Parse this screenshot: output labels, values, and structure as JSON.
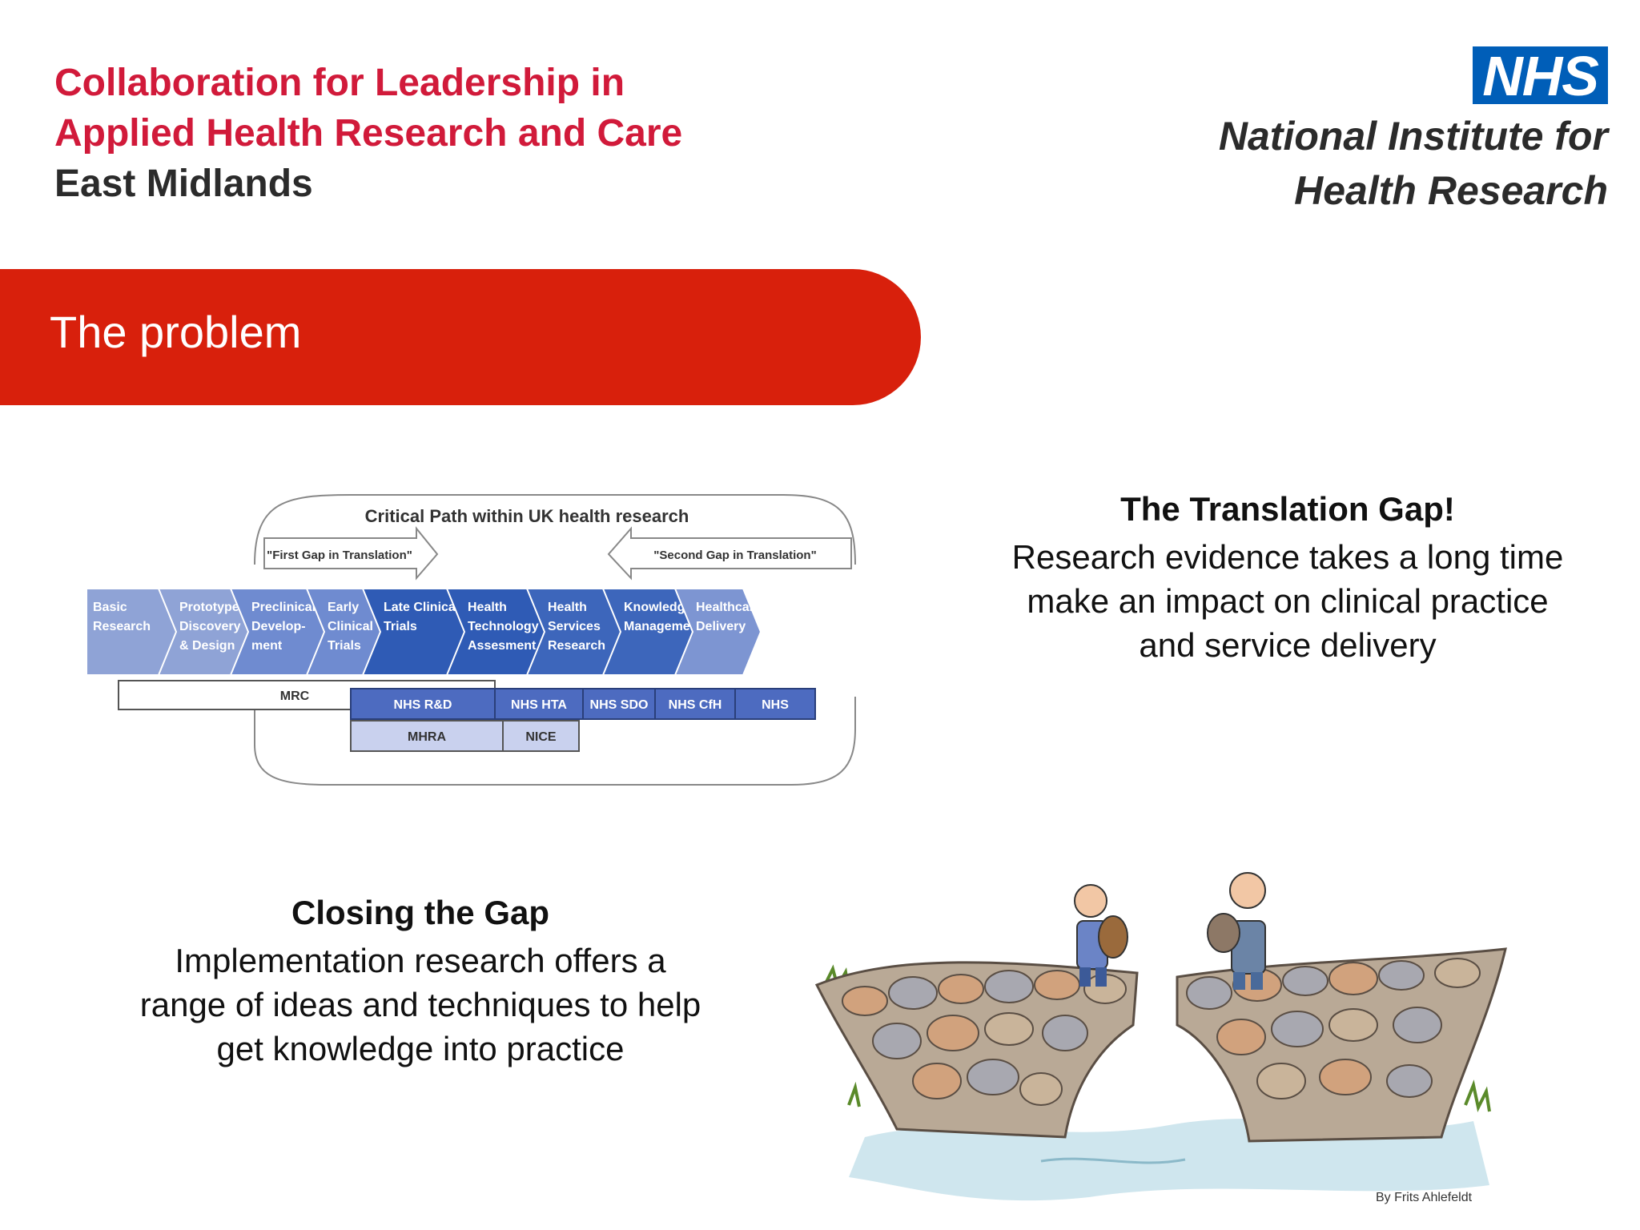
{
  "header": {
    "org_line1": "Collaboration for Leadership in",
    "org_line2": "Applied Health Research and Care",
    "org_line3": "East Midlands",
    "nhs_logo": "NHS",
    "nihr_line1": "National Institute for",
    "nihr_line2": "Health Research"
  },
  "banner": {
    "title": "The problem"
  },
  "diagram": {
    "title": "Critical Path within UK health research",
    "gap1": "\"First Gap in Translation\"",
    "gap2": "\"Second Gap in Translation\"",
    "stages": [
      [
        "Basic",
        "Research"
      ],
      [
        "Prototype",
        "Discovery",
        "& Design"
      ],
      [
        "Preclinical",
        "Develop-",
        "ment"
      ],
      [
        "Early",
        "Clinical",
        "Trials"
      ],
      [
        "Late Clinical",
        "Trials"
      ],
      [
        "Health",
        "Technology",
        "Assesment"
      ],
      [
        "Health",
        "Services",
        "Research"
      ],
      [
        "Knowledge",
        "Management"
      ],
      [
        "Healthcare",
        "Delivery"
      ]
    ],
    "mrc": "MRC",
    "nhs_bar": [
      "NHS R&D",
      "NHS HTA",
      "NHS SDO",
      "NHS CfH",
      "NHS"
    ],
    "reg_bar": [
      "MHRA",
      "NICE"
    ]
  },
  "translation_gap": {
    "heading": "The Translation Gap!",
    "body_line1": "Research evidence takes a long time",
    "body_line2": "make an impact on clinical practice",
    "body_line3": "and service delivery"
  },
  "closing_gap": {
    "heading": "Closing the Gap",
    "body_line1": "Implementation research offers a",
    "body_line2": "range of ideas and techniques to help",
    "body_line3": "get knowledge into practice"
  },
  "illustration": {
    "credit": "By Frits Ahlefeldt"
  },
  "colors": {
    "banner": "#d8200c",
    "clahrc_red": "#d11a3a",
    "nhs_blue": "#005eb8"
  }
}
